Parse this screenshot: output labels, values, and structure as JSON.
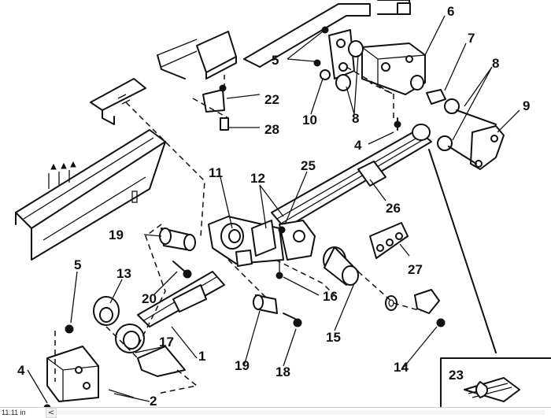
{
  "diagram": {
    "callouts": {
      "c1": "1",
      "c2": "2",
      "c4a": "4",
      "c4b": "4",
      "c5a": "5",
      "c5b": "5",
      "c6": "6",
      "c7": "7",
      "c8a": "8",
      "c8b": "8",
      "c9": "9",
      "c10": "10",
      "c11": "11",
      "c12": "12",
      "c13": "13",
      "c14": "14",
      "c15": "15",
      "c16": "16",
      "c17": "17",
      "c18": "18",
      "c19a": "19",
      "c19b": "19",
      "c20": "20",
      "c22": "22",
      "c23": "23",
      "c25": "25",
      "c26": "26",
      "c27": "27",
      "c28": "28"
    }
  },
  "statusbar": {
    "zoom": "11.11 in",
    "scroll_left_glyph": "<"
  }
}
